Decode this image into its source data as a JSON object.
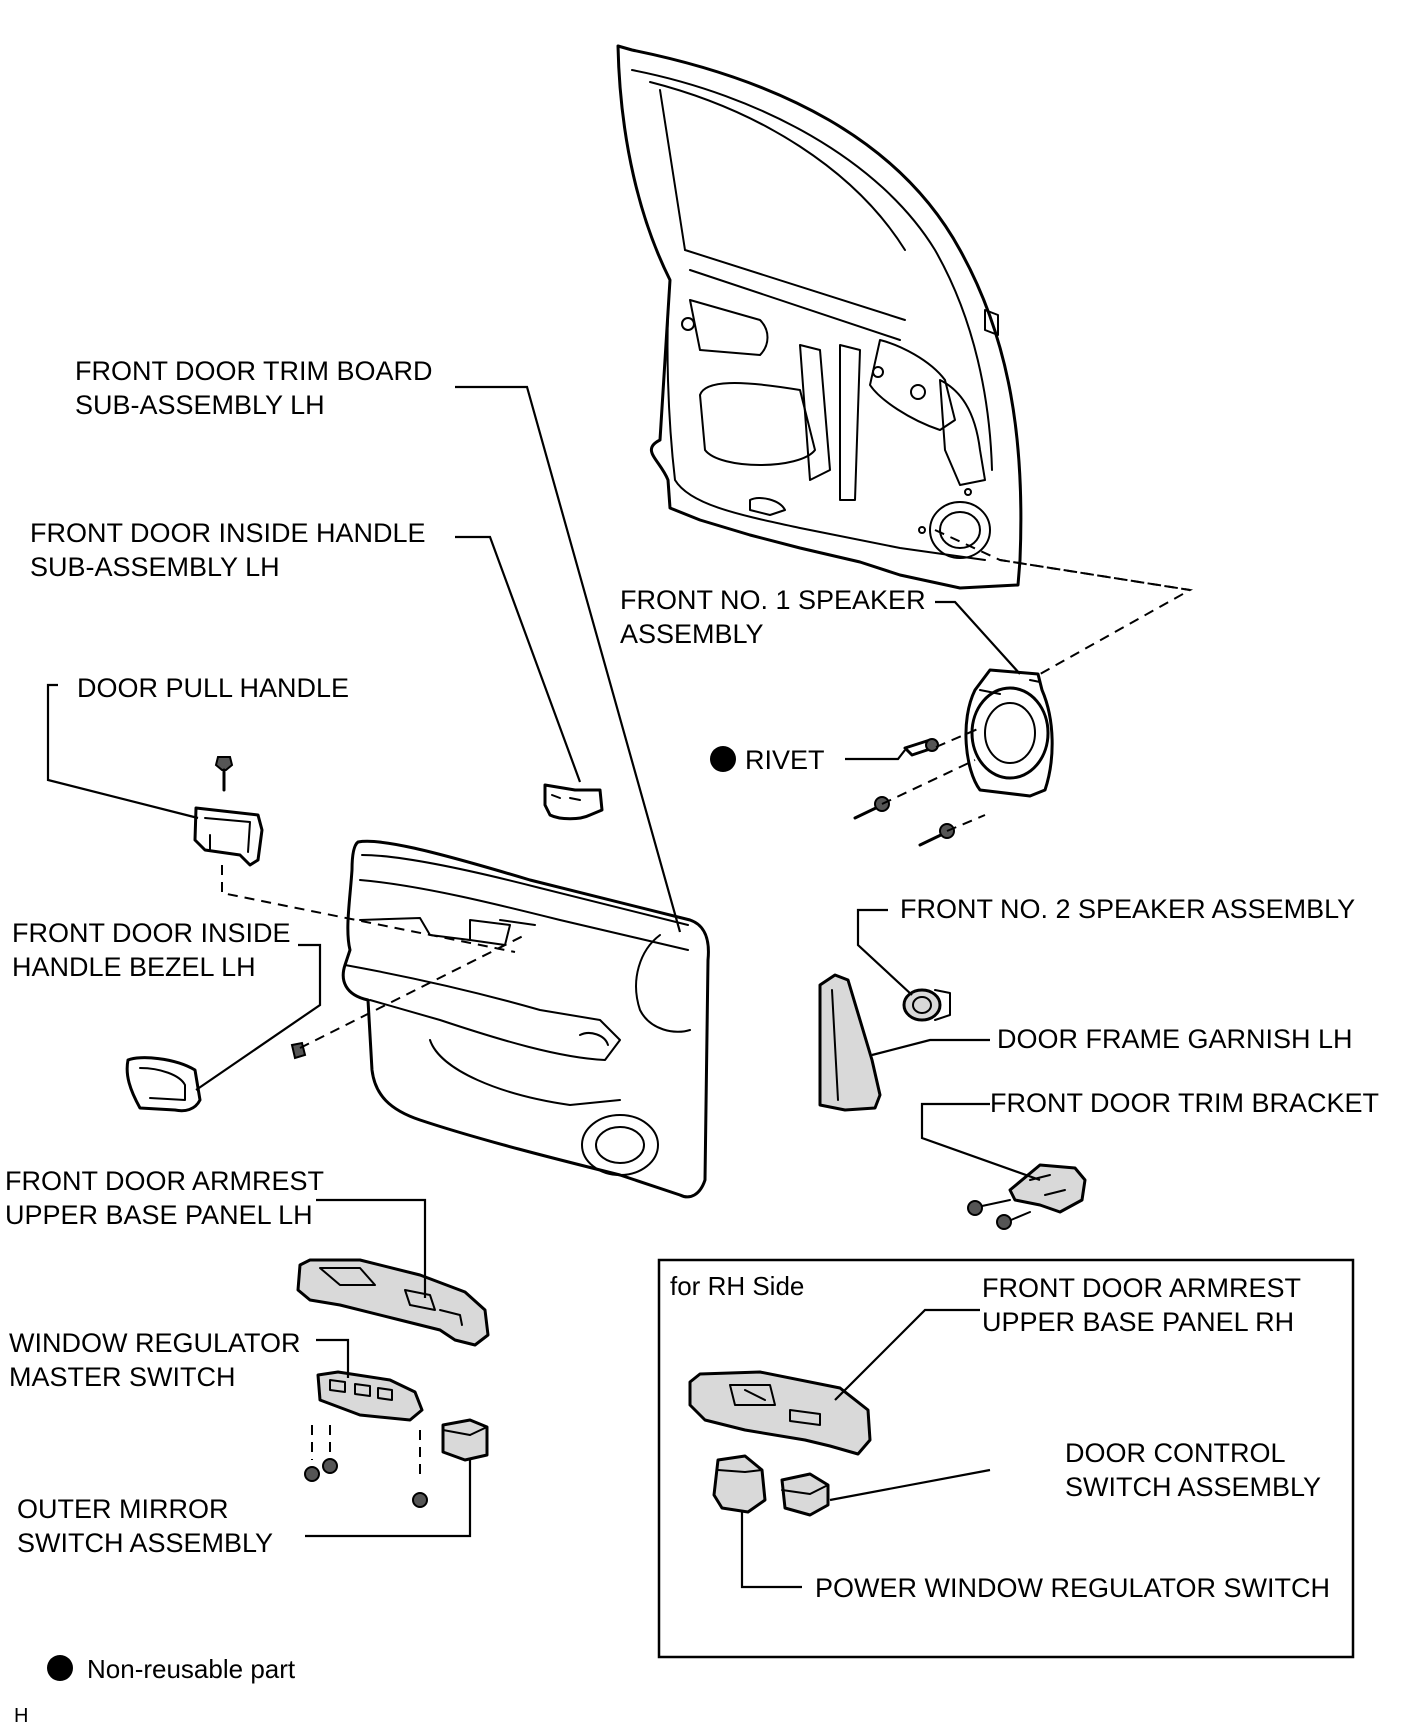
{
  "labels": {
    "trim_board": [
      "FRONT DOOR TRIM BOARD",
      "SUB-ASSEMBLY LH"
    ],
    "inside_handle": [
      "FRONT DOOR INSIDE HANDLE",
      "SUB-ASSEMBLY LH"
    ],
    "door_pull_handle": [
      "DOOR PULL HANDLE"
    ],
    "handle_bezel": [
      "FRONT DOOR INSIDE",
      "HANDLE BEZEL LH"
    ],
    "armrest_lh": [
      "FRONT DOOR ARMREST",
      "UPPER BASE PANEL LH"
    ],
    "master_switch": [
      "WINDOW REGULATOR",
      "MASTER SWITCH"
    ],
    "mirror_switch": [
      "OUTER MIRROR",
      "SWITCH ASSEMBLY"
    ],
    "speaker1": [
      "FRONT NO. 1 SPEAKER",
      "ASSEMBLY"
    ],
    "rivet": [
      "RIVET"
    ],
    "speaker2": [
      "FRONT NO. 2 SPEAKER ASSEMBLY"
    ],
    "frame_garnish": [
      "DOOR FRAME GARNISH LH"
    ],
    "trim_bracket": [
      "FRONT DOOR TRIM BRACKET"
    ],
    "rh_side": [
      "for RH Side"
    ],
    "armrest_rh": [
      "FRONT DOOR ARMREST",
      "UPPER BASE PANEL RH"
    ],
    "door_control": [
      "DOOR CONTROL",
      "SWITCH ASSEMBLY"
    ],
    "power_window": [
      "POWER WINDOW REGULATOR SWITCH"
    ]
  },
  "legend": {
    "non_reusable": "Non-reusable part"
  },
  "corner_code": "H"
}
